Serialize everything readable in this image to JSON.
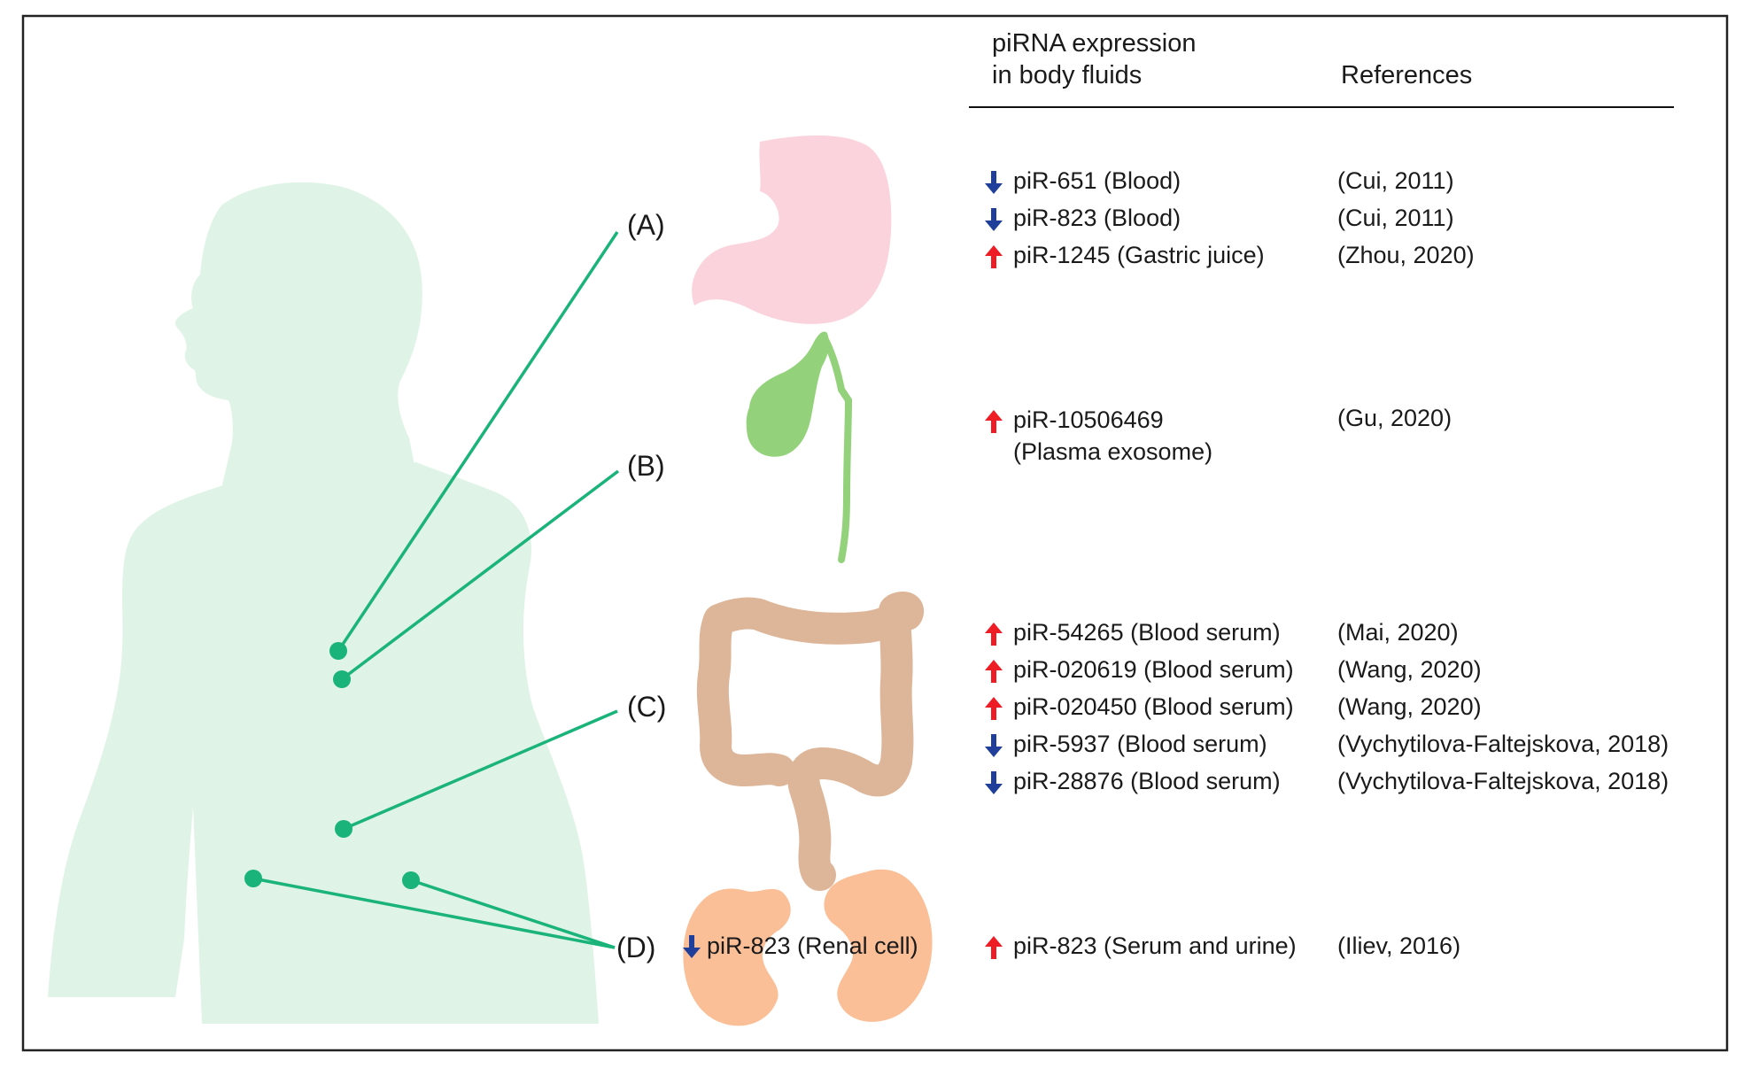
{
  "colors": {
    "body": "#dff3e6",
    "connector": "#1ab37a",
    "stomach": "#fbd3dc",
    "gallbladder": "#93d27a",
    "colon": "#ddb598",
    "kidney": "#fbbf98",
    "up_arrow": "#ee1c25",
    "down_arrow": "#1f3f9b",
    "frame": "#222222"
  },
  "header": {
    "expression_line1": "piRNA expression",
    "expression_line2": "in body fluids",
    "references": "References"
  },
  "labels": {
    "A": "(A)",
    "B": "(B)",
    "C": "(C)",
    "D": "(D)"
  },
  "kidney_note": {
    "text": "piR-823 (Renal cell)",
    "direction": "down"
  },
  "groups": {
    "A": {
      "organ": "stomach",
      "entries": [
        {
          "direction": "down",
          "text": "piR-651 (Blood)",
          "reference": "(Cui, 2011)"
        },
        {
          "direction": "down",
          "text": "piR-823 (Blood)",
          "reference": "(Cui, 2011)"
        },
        {
          "direction": "up",
          "text": "piR-1245 (Gastric juice)",
          "reference": "(Zhou, 2020)"
        }
      ]
    },
    "B": {
      "organ": "gallbladder",
      "entries": [
        {
          "direction": "up",
          "text": "piR-10506469",
          "text2": "(Plasma exosome)",
          "reference": "(Gu, 2020)"
        }
      ]
    },
    "C": {
      "organ": "colon",
      "entries": [
        {
          "direction": "up",
          "text": "piR-54265 (Blood serum)",
          "reference": "(Mai, 2020)"
        },
        {
          "direction": "up",
          "text": "piR-020619 (Blood serum)",
          "reference": "(Wang, 2020)"
        },
        {
          "direction": "up",
          "text": "piR-020450 (Blood serum)",
          "reference": "(Wang, 2020)"
        },
        {
          "direction": "down",
          "text": "piR-5937 (Blood serum)",
          "reference": "(Vychytilova-Faltejskova, 2018)"
        },
        {
          "direction": "down",
          "text": "piR-28876 (Blood serum)",
          "reference": "(Vychytilova-Faltejskova, 2018)"
        }
      ]
    },
    "D": {
      "organ": "kidney",
      "entries": [
        {
          "direction": "up",
          "text": "piR-823 (Serum and urine)",
          "reference": "(Iliev, 2016)"
        }
      ]
    }
  }
}
